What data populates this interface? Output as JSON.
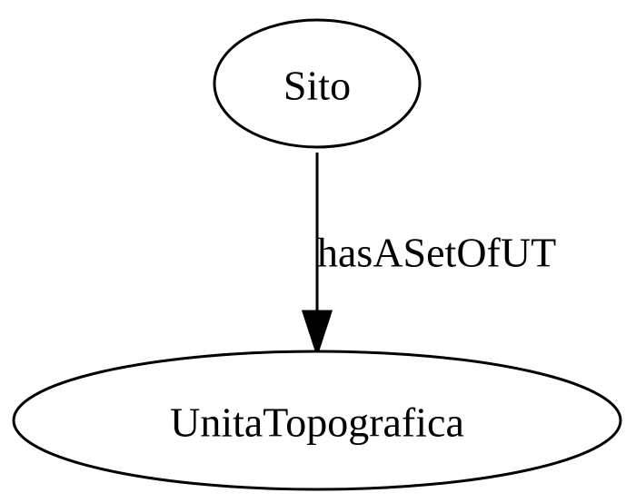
{
  "diagram": {
    "nodes": [
      {
        "id": "sito",
        "label": "Sito",
        "shape": "ellipse"
      },
      {
        "id": "unita-topografica",
        "label": "UnitaTopografica",
        "shape": "ellipse"
      }
    ],
    "edges": [
      {
        "from": "sito",
        "to": "unita-topografica",
        "label": "hasASetOfUT",
        "arrowhead": "filled-triangle"
      }
    ],
    "colors": {
      "background": "#ffffff",
      "stroke": "#000000",
      "text": "#000000"
    }
  }
}
